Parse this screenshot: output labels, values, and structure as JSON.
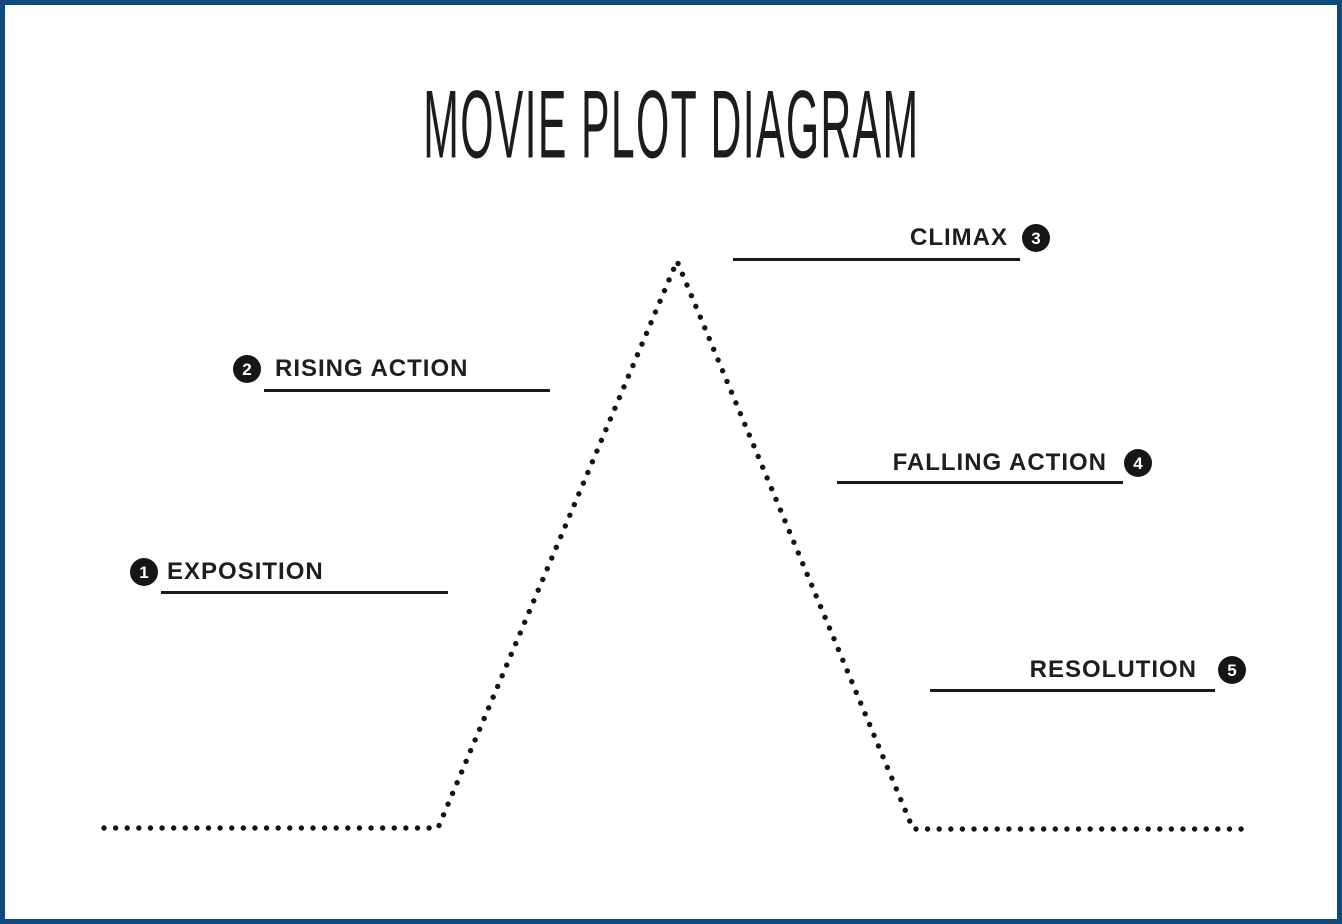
{
  "page": {
    "title": "MOVIE PLOT DIAGRAM",
    "background_color": "#ffffff",
    "border_color": "#0e4a7d",
    "ink_color": "#141414"
  },
  "diagram": {
    "kind": "story-arc",
    "line_style": "dotted",
    "stages": [
      {
        "number": "1",
        "label": "EXPOSITION",
        "badge_side": "left"
      },
      {
        "number": "2",
        "label": "RISING ACTION",
        "badge_side": "left"
      },
      {
        "number": "3",
        "label": "CLIMAX",
        "badge_side": "right"
      },
      {
        "number": "4",
        "label": "FALLING ACTION",
        "badge_side": "right"
      },
      {
        "number": "5",
        "label": "RESOLUTION",
        "badge_side": "right"
      }
    ],
    "curve": {
      "points": [
        [
          99,
          823
        ],
        [
          433,
          823
        ],
        [
          672,
          256
        ],
        [
          908,
          824
        ],
        [
          1237,
          824
        ]
      ]
    }
  }
}
